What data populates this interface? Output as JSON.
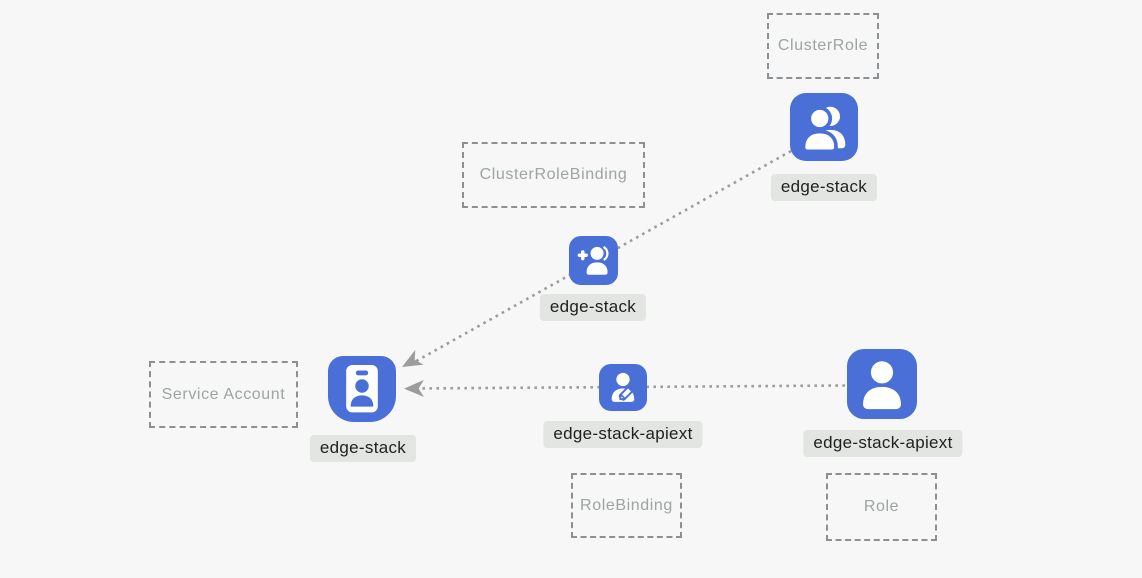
{
  "colors": {
    "bg": "#f6f7f6",
    "icon_blue": "#4a70d8",
    "label_bg": "#e3e5e2",
    "label_text": "#1f1f1f",
    "dashed_border": "#8b9094",
    "dashed_text": "#9da4a4",
    "line": "#9c9c9c"
  },
  "nodes": {
    "cluster_role": {
      "kind": "ClusterRole",
      "name": "edge-stack",
      "icon": "users-icon"
    },
    "cluster_role_binding": {
      "kind": "ClusterRoleBinding",
      "name": "edge-stack",
      "icon": "user-plus-icon"
    },
    "service_account": {
      "kind": "Service Account",
      "name": "edge-stack",
      "icon": "id-badge-icon"
    },
    "role_binding": {
      "kind": "RoleBinding",
      "name": "edge-stack-apiext",
      "icon": "user-edit-icon"
    },
    "role": {
      "kind": "Role",
      "name": "edge-stack-apiext",
      "icon": "user-icon"
    }
  },
  "edges": [
    {
      "from": "cluster_role",
      "through": "cluster_role_binding",
      "to": "service_account",
      "style": "dotted",
      "arrow": "at-service-account"
    },
    {
      "from": "role",
      "through": "role_binding",
      "to": "service_account",
      "style": "dotted",
      "arrow": "at-service-account"
    }
  ]
}
